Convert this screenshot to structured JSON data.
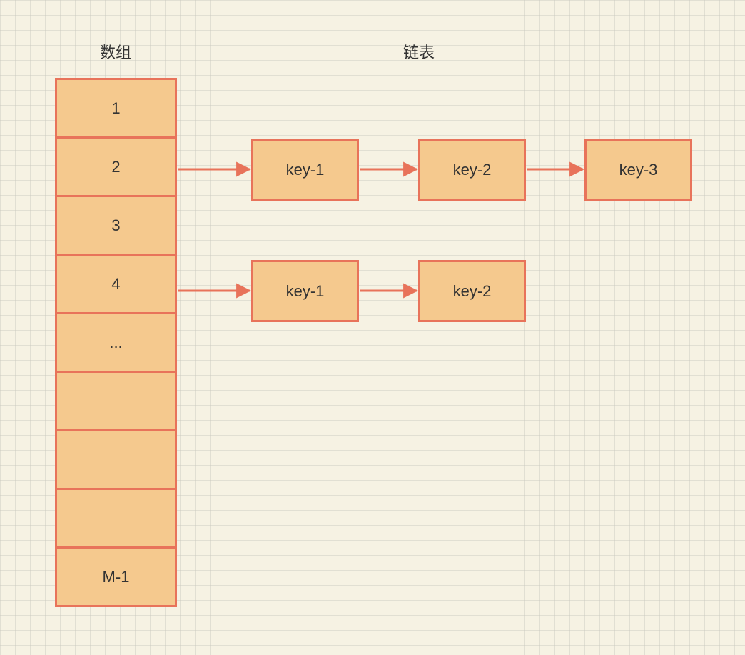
{
  "titles": {
    "array": "数组",
    "list": "链表"
  },
  "array_cells": [
    "1",
    "2",
    "3",
    "4",
    "...",
    "",
    "",
    "",
    "M-1"
  ],
  "list_row_2": [
    "key-1",
    "key-2",
    "key-3"
  ],
  "list_row_4": [
    "key-1",
    "key-2"
  ],
  "colors": {
    "fill": "#f5c98e",
    "stroke": "#e8735a",
    "arrow": "#e8735a",
    "background": "#f6f2e3"
  }
}
